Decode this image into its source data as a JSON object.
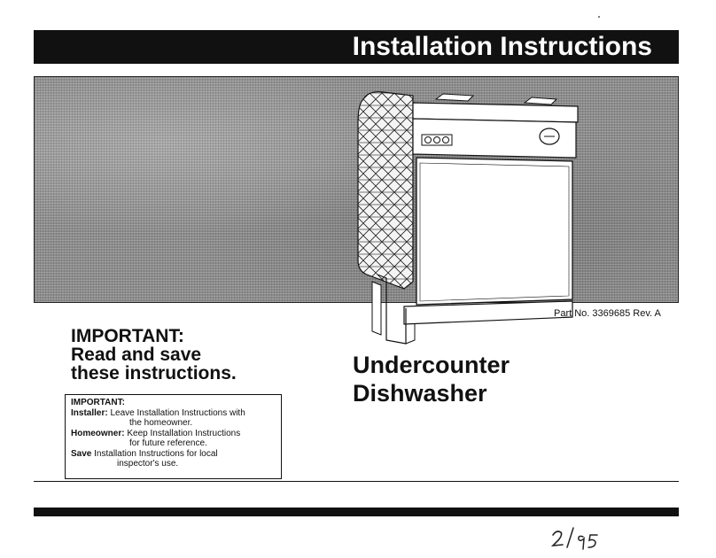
{
  "header": {
    "title": "Installation Instructions"
  },
  "part_number": "Part No. 3369685 Rev. A",
  "important": {
    "line1": "IMPORTANT:",
    "line2": "Read and save",
    "line3": "these instructions."
  },
  "product": {
    "line1": "Undercounter",
    "line2": "Dishwasher"
  },
  "note_box": {
    "heading": "IMPORTANT:",
    "installer_label": "Installer:",
    "installer_text": "Leave Installation Instructions with",
    "installer_text2": "the homeowner.",
    "homeowner_label": "Homeowner:",
    "homeowner_text": "Keep Installation Instructions",
    "homeowner_text2": "for future reference.",
    "save_label": "Save",
    "save_text": "Installation Instructions for local",
    "save_text2": "inspector's use."
  },
  "handwritten_date": "2/95"
}
